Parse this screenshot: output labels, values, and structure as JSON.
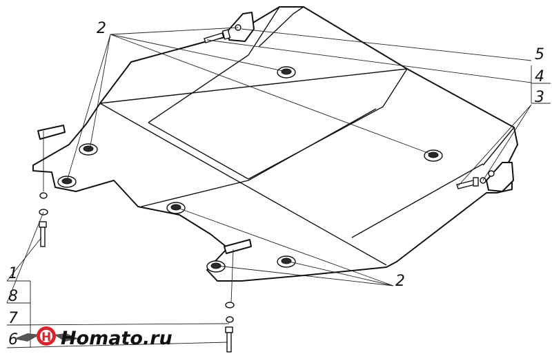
{
  "callouts": {
    "top_2": "2",
    "bottom_2": "2",
    "right_5": "5",
    "right_4": "4",
    "right_3": "3",
    "left_1": "1",
    "left_8": "8",
    "left_7": "7",
    "left_6": "6"
  },
  "logo": {
    "text": "Homato.ru",
    "icon": "homato-wing-logo-icon",
    "colors": {
      "ring": "#d3252b",
      "wing": "#555555"
    }
  }
}
